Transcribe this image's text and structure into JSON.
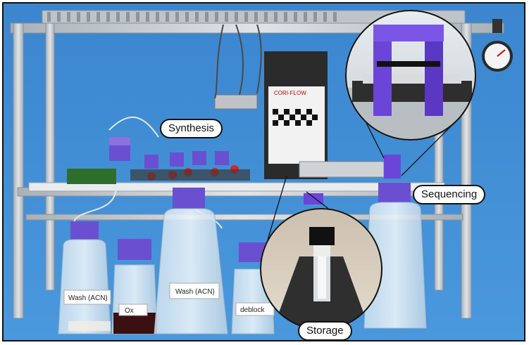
{
  "callouts": {
    "synthesis": "Synthesis",
    "sequencing": "Sequencing",
    "storage": "Storage"
  },
  "bottle_labels": {
    "wash_left": "Wash (ACN)",
    "ox": "Ox",
    "wash_center": "Wash (ACN)",
    "deblock": "deblock"
  },
  "device_labels": {
    "controller_brand": "CORI-FLOW"
  },
  "colors": {
    "background": "#3f8fd6",
    "frame_metal": "#c9cdd2",
    "cap_purple": "#6a4fd0",
    "sequencer_purple": "#6b45d8",
    "callout_border": "#111111"
  }
}
